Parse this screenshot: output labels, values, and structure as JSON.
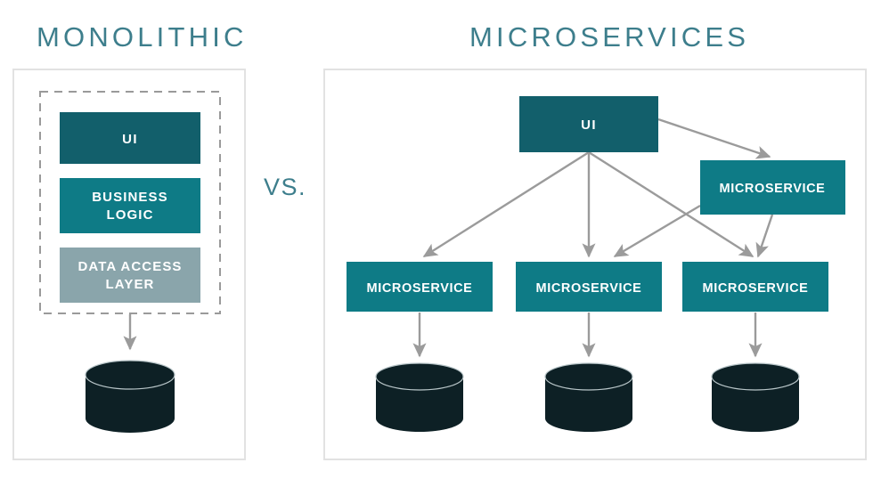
{
  "diagram": {
    "title_left": "MONOLITHIC",
    "title_right": "MICROSERVICES",
    "divider_label": "VS.",
    "colors": {
      "title_teal": "#3d7e8c",
      "ui_box": "#125f6b",
      "business_box": "#0e7b86",
      "data_access_box": "#8aa5ab",
      "microservice_box": "#0e7b86",
      "database": "#0d2025",
      "connector": "#9b9b9b",
      "panel_border": "#e2e2e2",
      "dashed_border": "#9a9a9a",
      "background": "#ffffff"
    },
    "monolithic": {
      "layers": [
        {
          "label": "UI",
          "fill": "#125f6b"
        },
        {
          "label": "BUSINESS\nLOGIC",
          "line1": "BUSINESS",
          "line2": "LOGIC",
          "fill": "#0e7b86"
        },
        {
          "label": "DATA ACCESS\nLAYER",
          "line1": "DATA ACCESS",
          "line2": "LAYER",
          "fill": "#8aa5ab"
        }
      ],
      "database_count": 1,
      "database_label": ""
    },
    "microservices": {
      "ui_label": "UI",
      "service_top_right": "MICROSERVICE",
      "services_row": [
        "MICROSERVICE",
        "MICROSERVICE",
        "MICROSERVICE"
      ],
      "database_count": 3
    },
    "connections": [
      {
        "from": "monolith-stack",
        "to": "monolith-database"
      },
      {
        "from": "ui",
        "to": "microservice-top-right"
      },
      {
        "from": "ui",
        "to": "microservice-1"
      },
      {
        "from": "ui",
        "to": "microservice-2"
      },
      {
        "from": "ui",
        "to": "microservice-3"
      },
      {
        "from": "microservice-top-right",
        "to": "microservice-2"
      },
      {
        "from": "microservice-top-right",
        "to": "microservice-3"
      },
      {
        "from": "microservice-1",
        "to": "database-1"
      },
      {
        "from": "microservice-2",
        "to": "database-2"
      },
      {
        "from": "microservice-3",
        "to": "database-3"
      }
    ]
  }
}
